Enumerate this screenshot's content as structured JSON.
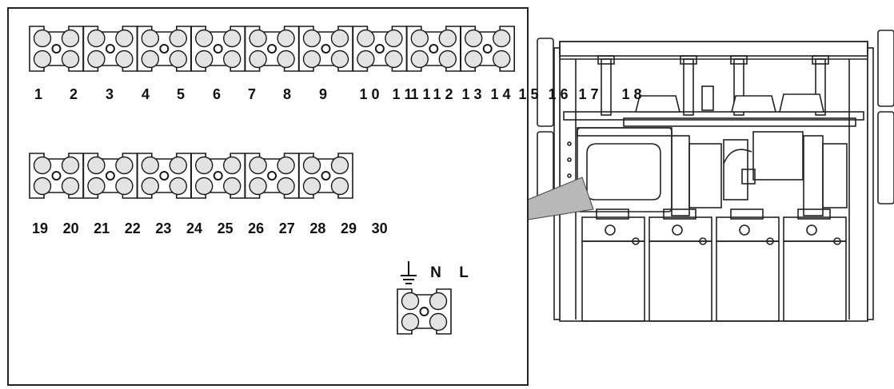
{
  "diagram": {
    "strip1_labels": [
      "1",
      "2",
      "3",
      "4",
      "5",
      "6",
      "7",
      "8",
      "9",
      "1 0",
      "1 1",
      "1 1",
      "1 2",
      "1 3",
      "1 4",
      "1 5",
      "1 6",
      "1 7",
      "1 8"
    ],
    "strip2_labels": [
      "19",
      "20",
      "21",
      "22",
      "23",
      "24",
      "25",
      "26",
      "27",
      "28",
      "29",
      "30"
    ],
    "mains_labels": {
      "neutral": "N",
      "live": "L"
    },
    "ground_symbol": "ground-icon",
    "colors": {
      "line": "#1a1a1a",
      "terminal": "#e3e3e3",
      "callout": "#b8b8b8",
      "panel": "#ffffff"
    }
  }
}
